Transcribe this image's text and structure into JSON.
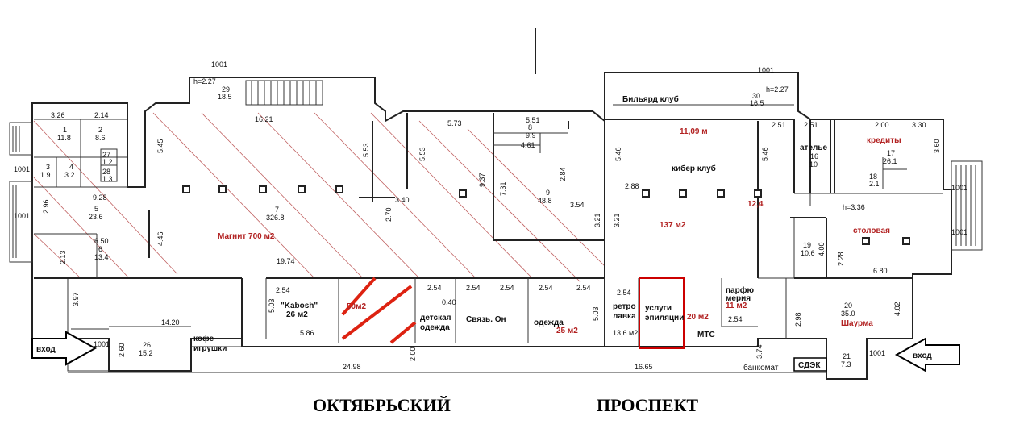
{
  "street": {
    "left": "ОКТЯБРЬСКИЙ",
    "right": "ПРОСПЕКТ"
  },
  "entrances": {
    "left": "вход",
    "right": "вход"
  },
  "tenants": {
    "magnit": "Магнит 700 м2",
    "kabosh_name": "\"Kabosh\"",
    "kabosh_area": "26 м2",
    "free_area": "50м2",
    "kids_wear_1": "детская",
    "kids_wear_2": "одежда",
    "svyaz": "Связь. Он",
    "clothes": "одежда",
    "clothes_area": "25 м2",
    "retro_1": "ретро",
    "retro_2": "лавка",
    "retro_area": "13,6 м2",
    "epil_1": "услуги",
    "epil_2": "эпиляции",
    "mts_area": "20 м2",
    "mts": "МТС",
    "perfume_1": "парфю",
    "perfume_2": "мерия",
    "perfume_area": "11 м2",
    "billiard": "Бильярд клуб",
    "cyber_size": "11,09 м",
    "cyber": "кибер клуб",
    "cyber_area": "137 м2",
    "cyber_side": "12,4",
    "atelier": "ателье",
    "credits": "кредиты",
    "canteen": "столовая",
    "shawarma": "Шаурма",
    "coffee_1": "кофе",
    "coffee_2": "игрушки",
    "atm": "банкомат",
    "sdek": "СДЭК"
  },
  "rooms": [
    {
      "num": "1",
      "area": "11.8"
    },
    {
      "num": "2",
      "area": "8.6"
    },
    {
      "num": "3",
      "area": "1.9"
    },
    {
      "num": "4",
      "area": "3.2"
    },
    {
      "num": "5",
      "area": "23.6"
    },
    {
      "num": "6",
      "area": "13.4"
    },
    {
      "num": "7",
      "area": "326.8"
    },
    {
      "num": "8",
      "area": "9.9"
    },
    {
      "num": "9",
      "area": "48.8"
    },
    {
      "num": "16",
      "area": "10"
    },
    {
      "num": "17",
      "area": "26.1"
    },
    {
      "num": "18",
      "area": "2.1"
    },
    {
      "num": "19",
      "area": "10.6"
    },
    {
      "num": "20",
      "area": "35.0"
    },
    {
      "num": "21",
      "area": "7.3"
    },
    {
      "num": "26",
      "area": "15.2"
    },
    {
      "num": "27",
      "area": "1.2"
    },
    {
      "num": "28",
      "area": "1.3"
    },
    {
      "num": "29",
      "area": "18.5"
    },
    {
      "num": "30",
      "area": "16.5"
    }
  ],
  "dims": {
    "d1001": "1001",
    "h227": "h=2.27",
    "h336": "h=3.36",
    "d326": "3.26",
    "d214": "2.14",
    "d1621": "16.21",
    "d573": "5.73",
    "d551": "5.51",
    "d461": "4.61",
    "d545": "5.45",
    "d553": "5.53",
    "d928": "9.28",
    "d296": "2.96",
    "d650": "6.50",
    "d213": "2.13",
    "d446": "4.46",
    "d1974": "19.74",
    "d340": "3.40",
    "d270": "2.70",
    "d937": "9.37",
    "d731": "7.31",
    "d284": "2.84",
    "d354": "3.54",
    "d321": "3.21",
    "d546": "5.46",
    "d288": "2.88",
    "d251": "2.51",
    "d200": "2.00",
    "d330": "3.30",
    "d360": "3.60",
    "d400": "4.00",
    "d228": "2.28",
    "d680": "6.80",
    "d254": "2.54",
    "d503": "5.03",
    "d586": "5.86",
    "d040": "0.40",
    "d397": "3.97",
    "d1420": "14.20",
    "d260": "2.60",
    "d2498": "24.98",
    "d1665": "16.65",
    "d374": "3.74",
    "d298": "2.98",
    "d402": "4.02"
  }
}
